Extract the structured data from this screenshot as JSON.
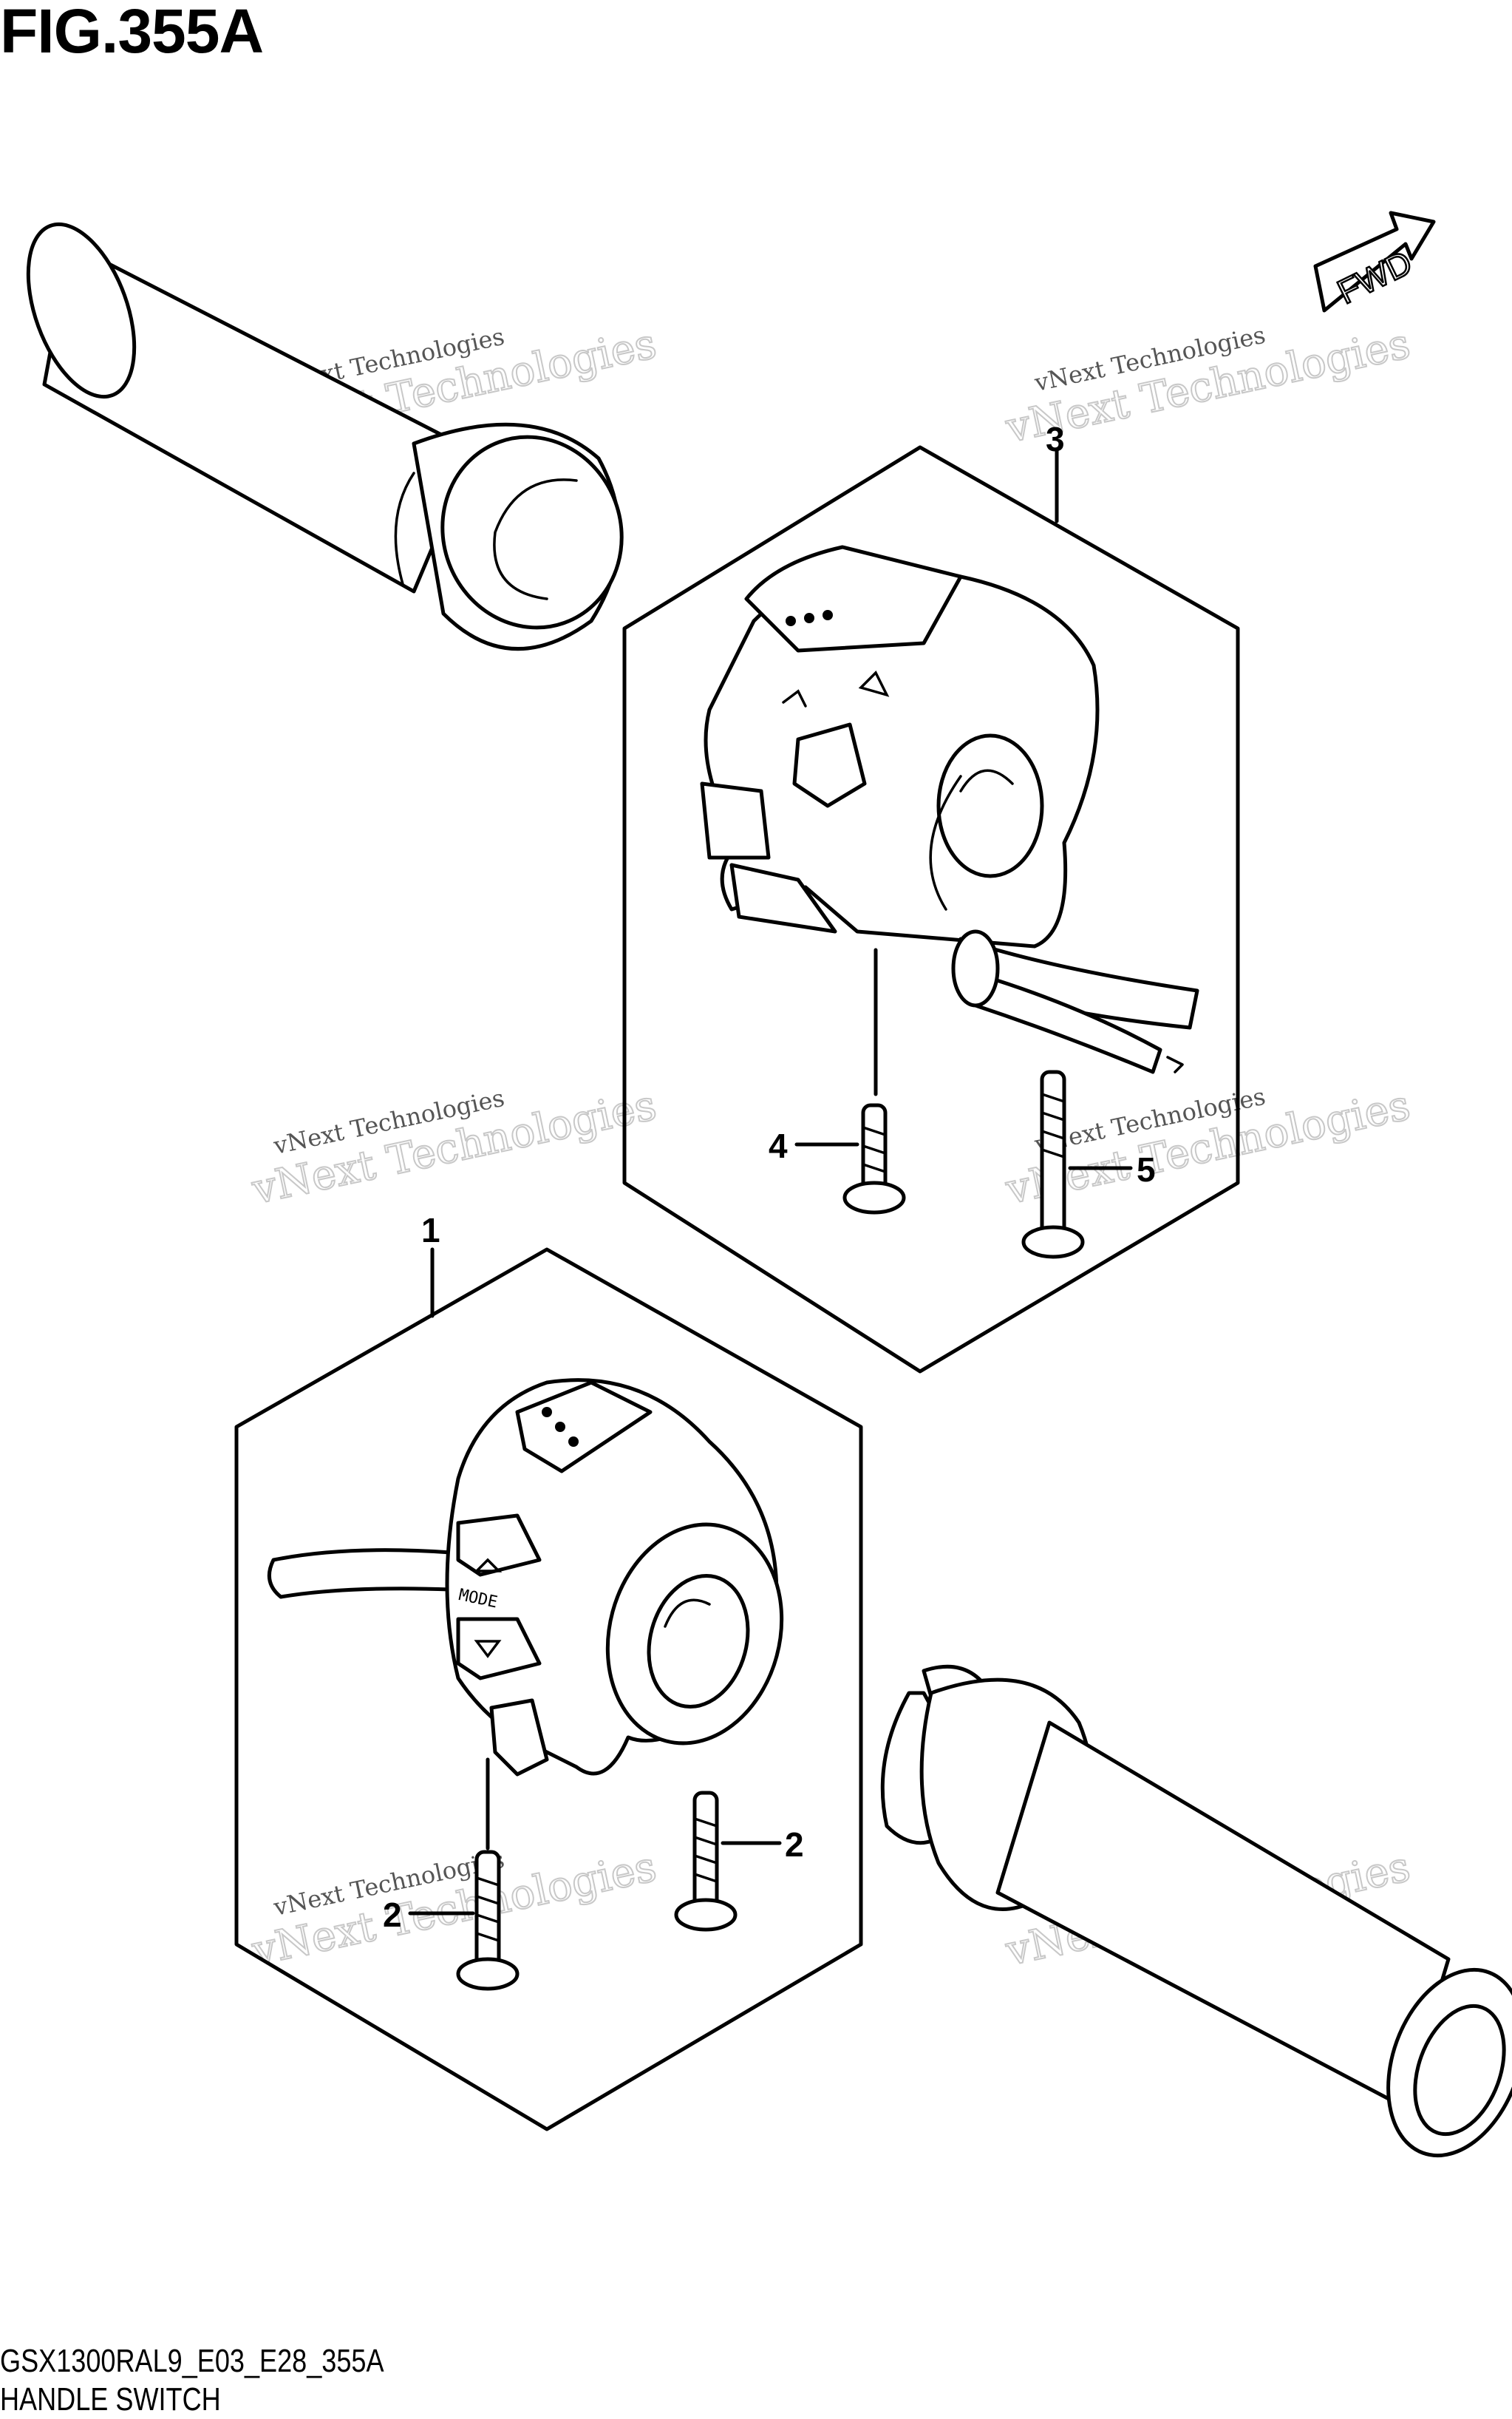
{
  "figure": {
    "title": "FIG.355A",
    "code": "GSX1300RAL9_E03_E28_355A",
    "caption": "HANDLE SWITCH"
  },
  "fwd_label": "FWD",
  "switch_labels": {
    "mode": "MODE"
  },
  "callouts": [
    "1",
    "2",
    "2",
    "3",
    "4",
    "5"
  ],
  "watermark": {
    "line1": "vNext Technologies",
    "line2": "vNext Technologies"
  }
}
